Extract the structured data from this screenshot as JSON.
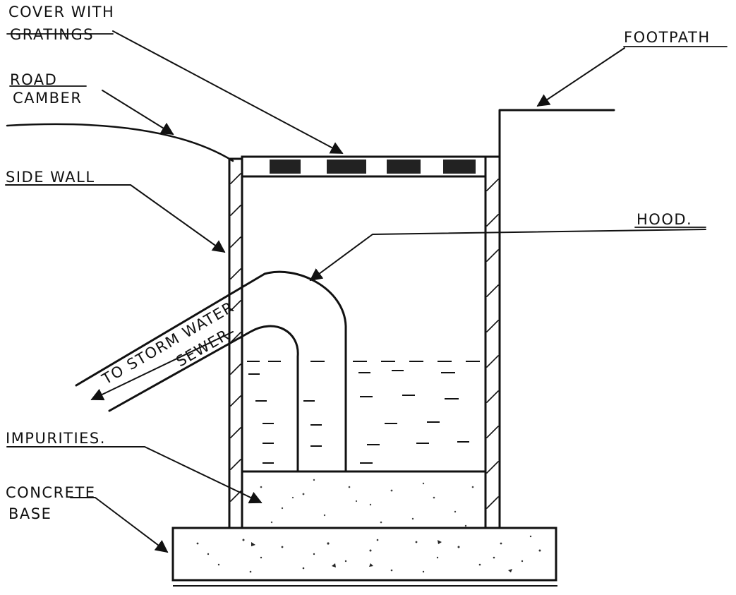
{
  "labels": {
    "cover_line1": "COVER WITH",
    "cover_line2": "GRATINGS",
    "footpath": "FOOTPATH",
    "road_line1": "ROAD",
    "road_line2": "CAMBER",
    "side_wall": "SIDE WALL",
    "hood": "HOOD.",
    "storm_line1": "TO STORM WATER",
    "storm_line2": "SEWER",
    "impurities": "IMPURITIES.",
    "concrete_line1": "CONCRETE",
    "concrete_line2": "BASE"
  }
}
